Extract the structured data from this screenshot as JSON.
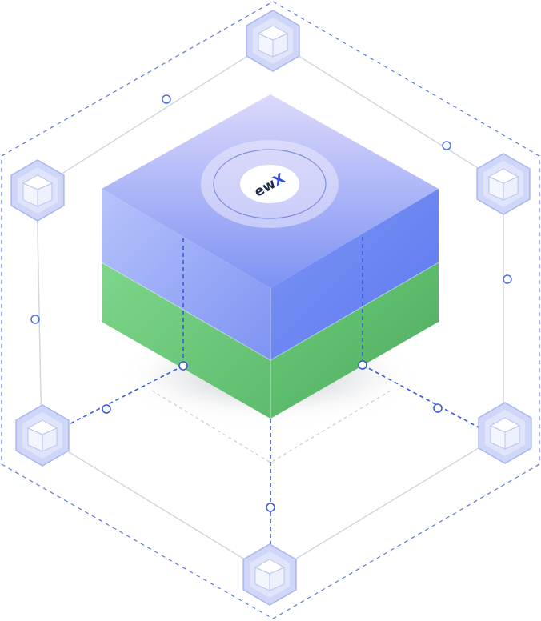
{
  "logo": {
    "text_main": "ew",
    "text_accent": "X"
  },
  "colors": {
    "top_face_light": "#dcd9fb",
    "top_face_dark": "#7d92f3",
    "front_blue_light": "#b7c3fb",
    "front_blue_dark": "#6b82ef",
    "green_light": "#7dd68b",
    "green_dark": "#56b466",
    "dashed_line": "#5a7ae0",
    "connector_dash": "#3b5bd6",
    "node_hex_fill": "#ccd3f8",
    "node_hex_stroke": "#9fb0f0",
    "accent": "#2f4de0"
  },
  "nodes": [
    {
      "id": "node-top",
      "icon": "cube-icon"
    },
    {
      "id": "node-upper-left",
      "icon": "cube-icon"
    },
    {
      "id": "node-upper-right",
      "icon": "cube-icon"
    },
    {
      "id": "node-lower-left",
      "icon": "cube-icon"
    },
    {
      "id": "node-lower-right",
      "icon": "cube-icon"
    },
    {
      "id": "node-bottom",
      "icon": "cube-icon"
    }
  ]
}
